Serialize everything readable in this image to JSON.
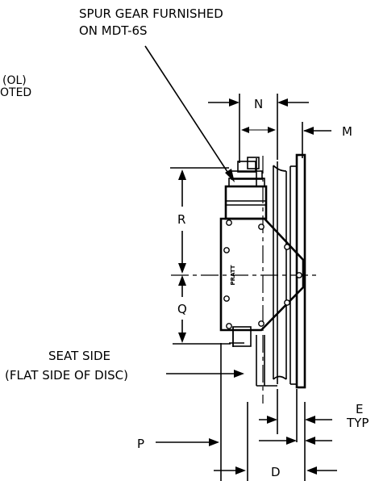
{
  "callout": {
    "line1": "SPUR GEAR FURNISHED",
    "line2": "ON MDT-6S"
  },
  "left_note": {
    "line1": "(OL)",
    "line2": "OTED"
  },
  "seat": {
    "line1": "SEAT SIDE",
    "line2": "(FLAT SIDE OF DISC)"
  },
  "dims": {
    "n": "N",
    "m": "M",
    "r": "R",
    "q": "Q",
    "p": "P",
    "d": "D",
    "e": "E",
    "e_typ": "TYP"
  },
  "brand": "PRATT"
}
